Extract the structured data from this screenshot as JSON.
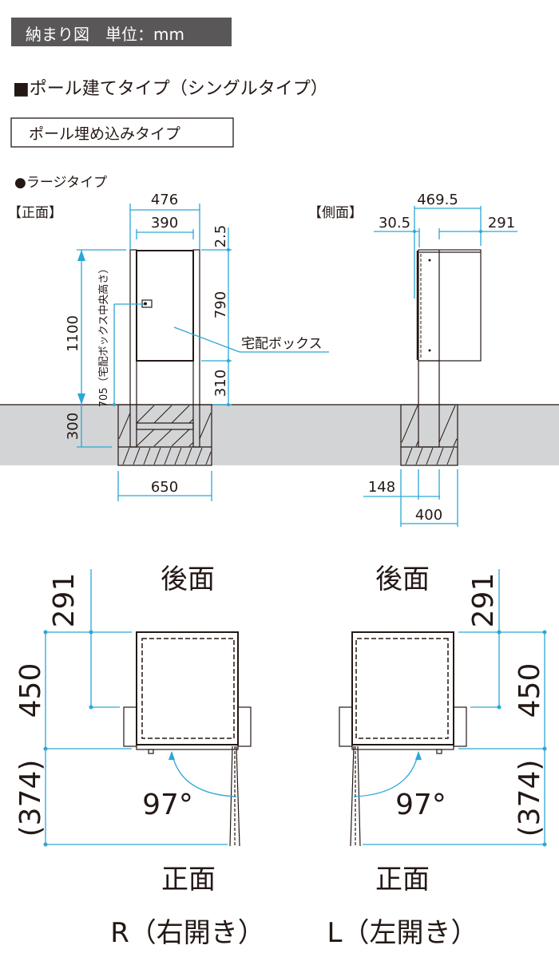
{
  "header": {
    "title": "納まり図　単位：mm",
    "bg_color": "#595757"
  },
  "section_title": "■ポール建てタイプ（シングルタイプ）",
  "type_box": "ポール埋め込みタイプ",
  "size_label": "●ラージタイプ",
  "front": {
    "label": "【正面】",
    "dims": {
      "overall_width": "476",
      "box_width": "390",
      "top_gap": "2.5",
      "box_height": "790",
      "bottom_gap": "310",
      "total_height": "1100",
      "center_height": "705（宅配ボックス中央高さ）",
      "embed_depth": "300",
      "foundation_width": "650"
    },
    "callout": "宅配ボックス"
  },
  "side": {
    "label": "【側面】",
    "dims": {
      "overall_depth": "469.5",
      "front_offset": "30.5",
      "rear_depth": "291",
      "pole_depth": "148",
      "foundation_depth": "400"
    }
  },
  "plan_r": {
    "rear": "後面",
    "front": "正面",
    "dim_rear": "291",
    "dim_depth": "450",
    "dim_door": "(374)",
    "angle": "97°",
    "caption": "R（右開き）"
  },
  "plan_l": {
    "rear": "後面",
    "front": "正面",
    "dim_rear": "291",
    "dim_depth": "450",
    "dim_door": "(374)",
    "angle": "97°",
    "caption": "L（左開き）"
  },
  "colors": {
    "dimension": "#2ba6d6",
    "ground": "#d3d4d5",
    "line": "#231815"
  }
}
